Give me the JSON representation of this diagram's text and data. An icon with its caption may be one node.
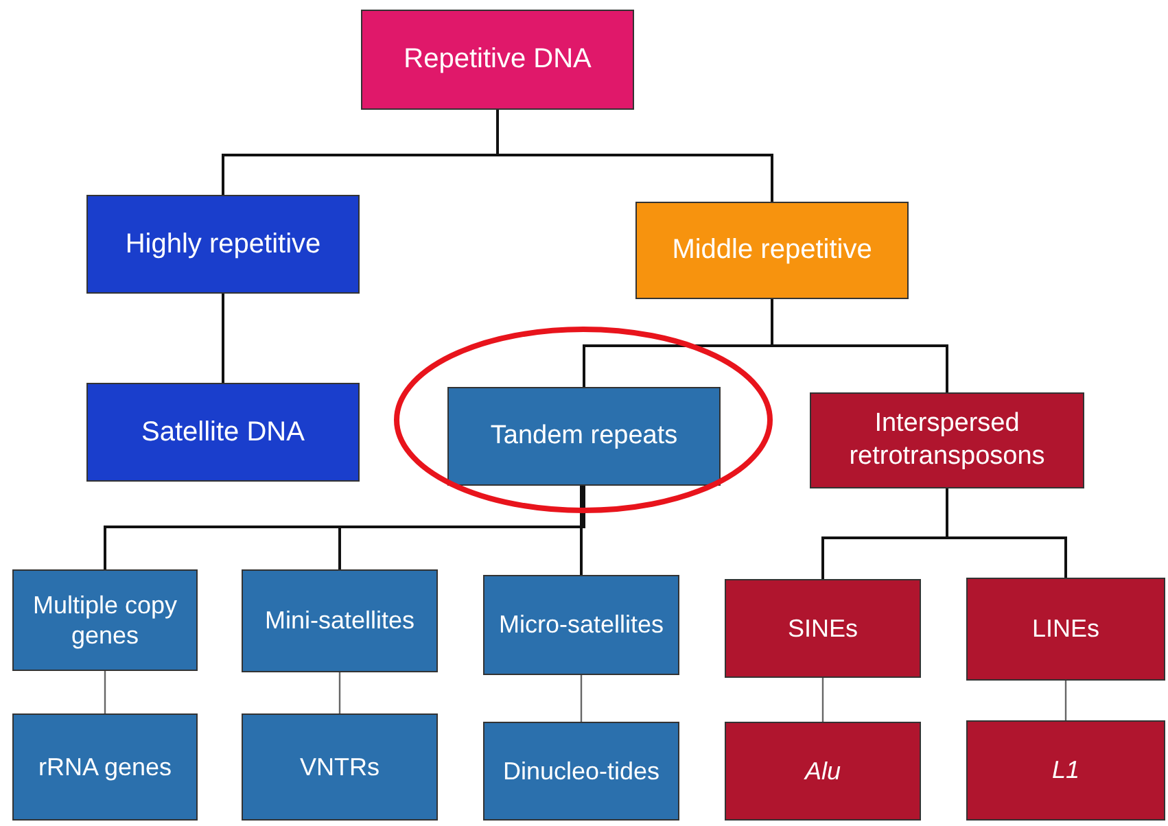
{
  "diagram": {
    "nodes": [
      {
        "text": [
          "Repetitive DNA"
        ]
      },
      {
        "text": [
          "Highly repetitive"
        ]
      },
      {
        "text": [
          "Middle repetitive"
        ]
      },
      {
        "text": [
          "Satellite DNA"
        ]
      },
      {
        "text": [
          "Tandem repeats"
        ]
      },
      {
        "text": [
          "Interspersed retrotransposons"
        ]
      },
      {
        "text": [
          "Multiple copy genes"
        ]
      },
      {
        "text": [
          "Mini-satellites"
        ]
      },
      {
        "text": [
          "Micro-satellites"
        ]
      },
      {
        "text": [
          "SINEs"
        ]
      },
      {
        "text": [
          "LINEs"
        ]
      },
      {
        "text": [
          "rRNA genes"
        ]
      },
      {
        "text": [
          "VNTRs"
        ]
      },
      {
        "text": [
          "Dinucleo-tides"
        ]
      },
      {
        "text": [
          "Alu"
        ]
      },
      {
        "text": [
          "L1"
        ]
      }
    ],
    "edges": [
      {
        "from": 0,
        "to": 1,
        "arrow": "none"
      },
      {
        "from": 0,
        "to": 2,
        "arrow": "none"
      },
      {
        "from": 1,
        "to": 3,
        "arrow": "none"
      },
      {
        "from": 2,
        "to": 4,
        "arrow": "none"
      },
      {
        "from": 2,
        "to": 5,
        "arrow": "none"
      },
      {
        "from": 4,
        "to": 6,
        "arrow": "none"
      },
      {
        "from": 4,
        "to": 7,
        "arrow": "none"
      },
      {
        "from": 4,
        "to": 8,
        "arrow": "none"
      },
      {
        "from": 5,
        "to": 9,
        "arrow": "none"
      },
      {
        "from": 5,
        "to": 10,
        "arrow": "none"
      },
      {
        "from": 6,
        "to": 11,
        "arrow": "none"
      },
      {
        "from": 7,
        "to": 12,
        "arrow": "none"
      },
      {
        "from": 8,
        "to": 13,
        "arrow": "none"
      },
      {
        "from": 9,
        "to": 14,
        "arrow": "none"
      },
      {
        "from": 10,
        "to": 15,
        "arrow": "none"
      }
    ]
  }
}
